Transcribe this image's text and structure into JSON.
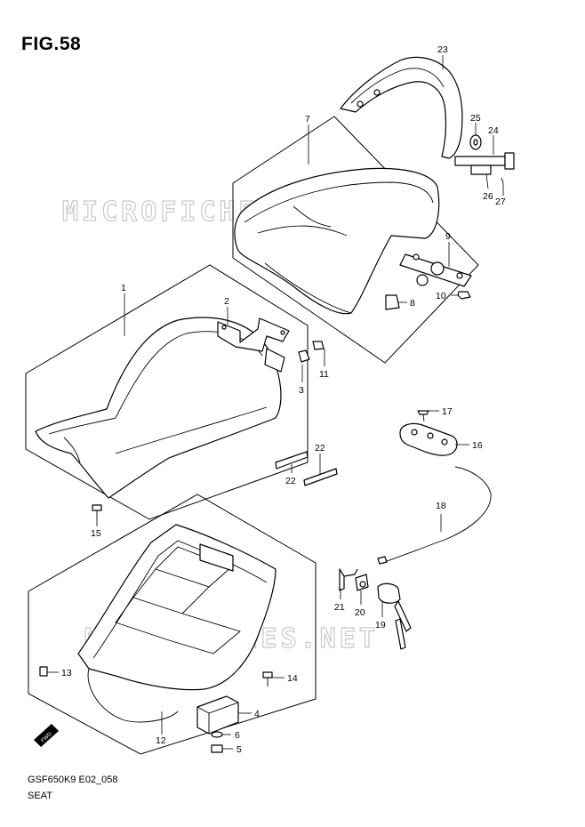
{
  "figure": {
    "number": "FIG.58",
    "code": "GSF650K9 E02_058",
    "name": "SEAT"
  },
  "watermark": "MICROFICHES.NET",
  "direction_badge": "FWD",
  "callouts": [
    "1",
    "2",
    "3",
    "4",
    "5",
    "6",
    "7",
    "8",
    "9",
    "10",
    "11",
    "12",
    "13",
    "14",
    "15",
    "16",
    "17",
    "18",
    "19",
    "20",
    "21",
    "22",
    "22",
    "23",
    "24",
    "25",
    "26",
    "27"
  ]
}
